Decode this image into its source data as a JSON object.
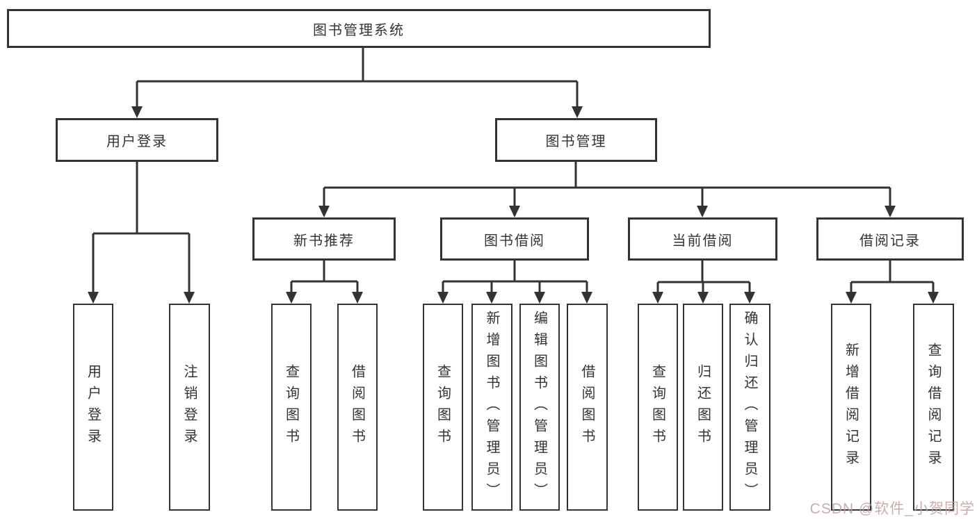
{
  "diagram": {
    "title": "图书管理系统",
    "root": {
      "label": "图书管理系统"
    },
    "branches": [
      {
        "label": "用户登录",
        "leaves": [
          "用户登录",
          "注销登录"
        ]
      },
      {
        "label": "图书管理",
        "children": [
          {
            "label": "新书推荐",
            "leaves": [
              "查询图书",
              "借阅图书"
            ]
          },
          {
            "label": "图书借阅",
            "leaves": [
              "查询图书",
              "新增图书（管理员）",
              "编辑图书（管理员）",
              "借阅图书"
            ]
          },
          {
            "label": "当前借阅",
            "leaves": [
              "查询图书",
              "归还图书",
              "确认归还（管理员）"
            ]
          },
          {
            "label": "借阅记录",
            "leaves": [
              "新增借阅记录",
              "查询借阅记录"
            ]
          }
        ]
      }
    ]
  },
  "watermark": {
    "text": "CSDN @软件_小贺同学"
  },
  "colors": {
    "line": "#333333",
    "box_border": "#333333",
    "box_fill": "#ffffff",
    "text": "#333333",
    "watermark": "#c19e9e"
  }
}
